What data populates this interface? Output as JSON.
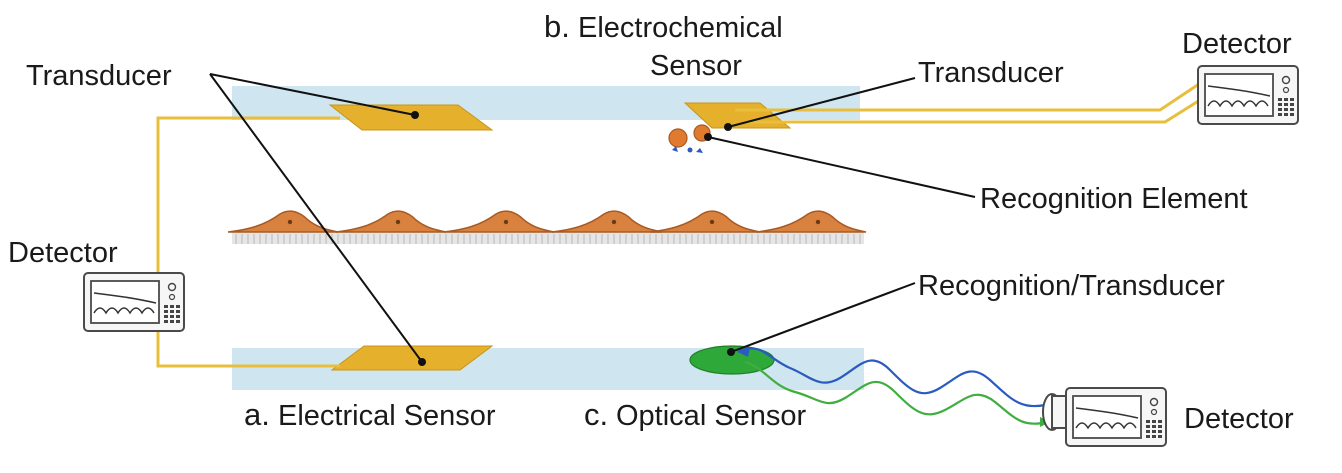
{
  "labels": {
    "transducer_left": "Transducer",
    "electrochemical_letter": "b.",
    "electrochemical_line1": "Electrochemical",
    "electrochemical_line2": "Sensor",
    "transducer_right": "Transducer",
    "detector_top_right": "Detector",
    "recognition_element": "Recognition Element",
    "detector_left": "Detector",
    "recognition_transducer": "Recognition/Transducer",
    "electrical_letter": "a.",
    "electrical_sensor": "Electrical Sensor",
    "optical_letter": "c.",
    "optical_sensor": "Optical Sensor",
    "detector_bottom_right": "Detector"
  },
  "colors": {
    "substrate": "#cfe6f0",
    "electrode": "#e5b02b",
    "wire": "#e8bf3c",
    "cell": "#d9823f",
    "cell_outline": "#a85a22",
    "recognition_blob": "#2fa83a",
    "light_blue": "#2a5bbf",
    "light_green": "#3fae3f",
    "leader": "#111111"
  },
  "icons": {
    "detector": "oscilloscope-icon",
    "cell": "adherent-cell-icon",
    "bioreceptor": "antibody-icon"
  }
}
